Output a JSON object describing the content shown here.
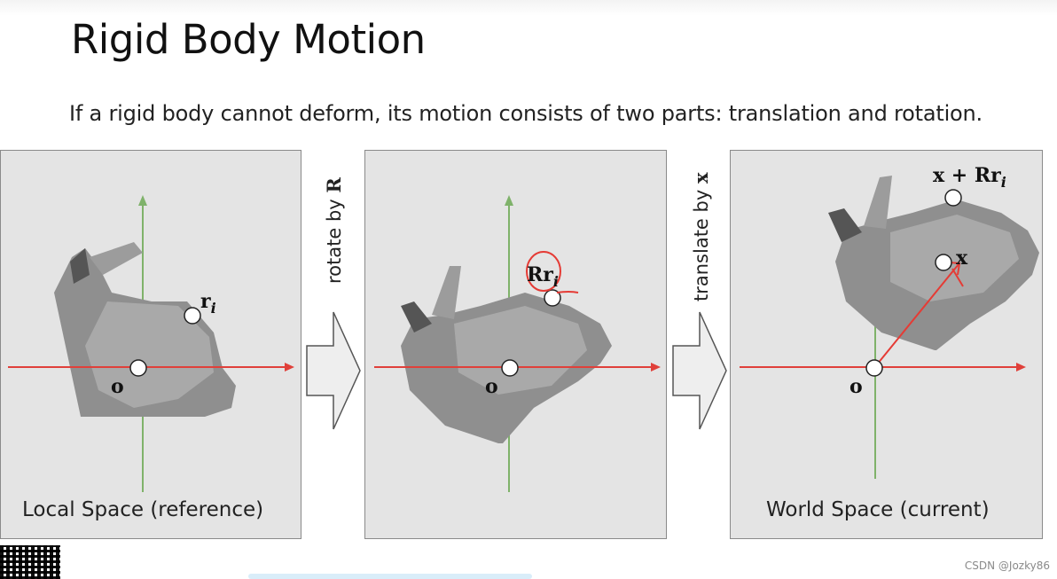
{
  "slide": {
    "title": "Rigid Body Motion",
    "subtitle": "If a rigid body cannot deform, its motion consists of two parts: translation and rotation."
  },
  "panels": [
    {
      "id": "local",
      "caption": "Local Space (reference)",
      "origin_label": "o",
      "point_label_bold": "r",
      "point_label_sub": "i"
    },
    {
      "id": "rotated",
      "caption": "",
      "origin_label": "o",
      "point_label_bold": "Rr",
      "point_label_sub": "i"
    },
    {
      "id": "world",
      "caption": "World Space (current)",
      "origin_label": "o",
      "point_label_bold": "x + Rr",
      "point_label_sub": "i",
      "center_label": "x"
    }
  ],
  "steps": [
    {
      "text": "rotate by ",
      "symbol": "R"
    },
    {
      "text": "translate by ",
      "symbol": "x"
    }
  ],
  "colors": {
    "axis_horizontal": "#e0403a",
    "axis_vertical": "#7fb26a",
    "annotation": "#e53b35",
    "panel_bg": "#e4e4e4"
  },
  "watermark": "CSDN @Jozky86"
}
